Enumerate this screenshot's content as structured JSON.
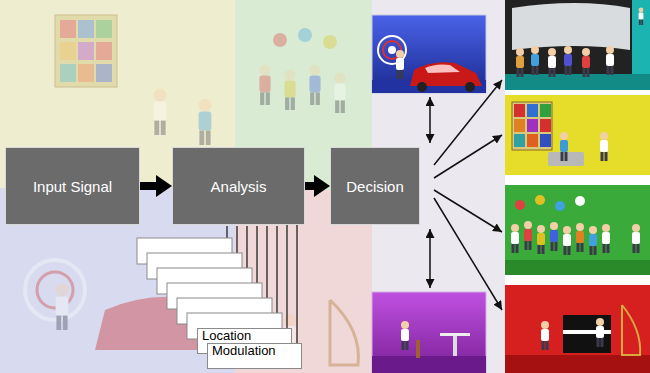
{
  "diagram": {
    "nodes": [
      {
        "text": [
          "Input Signal"
        ]
      },
      {
        "text": [
          "Analysis"
        ]
      },
      {
        "text": [
          "Decision"
        ]
      },
      {
        "text": [
          "Location"
        ]
      },
      {
        "text": [
          "Modulation"
        ]
      }
    ],
    "edges": [
      {
        "from": 0,
        "to": 1,
        "arrow": "to"
      },
      {
        "from": 1,
        "to": 2,
        "arrow": "to"
      },
      {
        "from": 1,
        "to": 3,
        "arrow": "none"
      },
      {
        "from": 1,
        "to": 4,
        "arrow": "none"
      }
    ]
  }
}
